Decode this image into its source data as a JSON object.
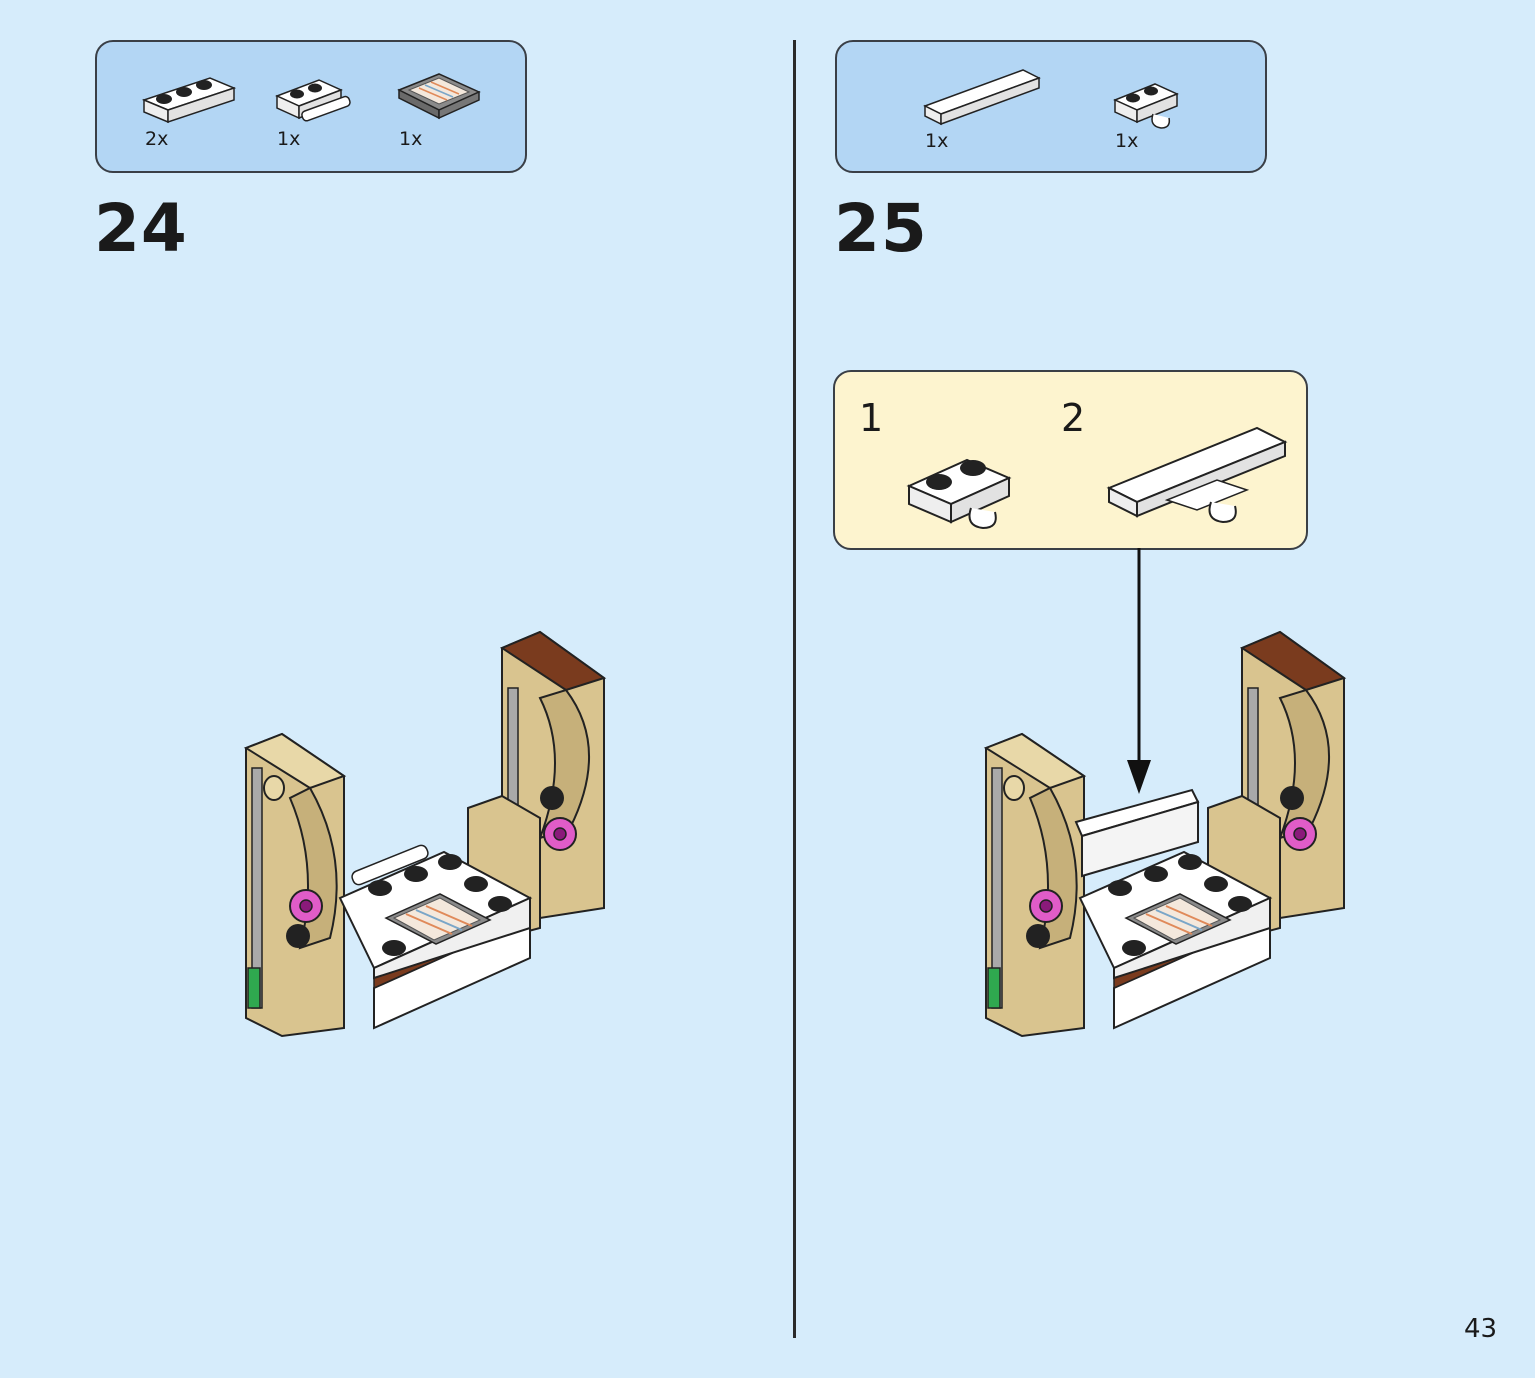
{
  "page_number": "43",
  "steps": [
    {
      "number": "24",
      "parts": [
        {
          "qty": "2x",
          "icon": "plate-1x3-white"
        },
        {
          "qty": "1x",
          "icon": "plate-with-bar-white"
        },
        {
          "qty": "1x",
          "icon": "printed-tile-2x2-gray"
        }
      ]
    },
    {
      "number": "25",
      "parts": [
        {
          "qty": "1x",
          "icon": "tile-1x4-white"
        },
        {
          "qty": "1x",
          "icon": "plate-with-clip-white"
        }
      ],
      "sub_steps": [
        {
          "number": "1"
        },
        {
          "number": "2"
        }
      ]
    }
  ],
  "colors": {
    "background": "#d6ecfb",
    "parts_box": "#b3d6f4",
    "sub_box": "#fdf4cf",
    "tan": "#d9c48f",
    "brown": "#7a3b1e",
    "pink": "#e05cc8"
  }
}
